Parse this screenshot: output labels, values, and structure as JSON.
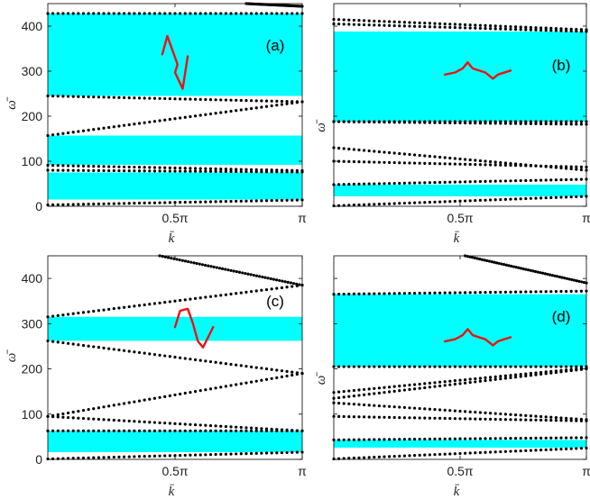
{
  "chart_data": [
    {
      "panel": "(a)",
      "type": "scatter",
      "xlabel": "k̄",
      "ylabel": "ω̄",
      "xlim": [
        0,
        1
      ],
      "ylim": [
        0,
        450
      ],
      "x_ticks": [
        {
          "value": 0.5,
          "label": "0.5π"
        },
        {
          "value": 1.0,
          "label": "π"
        }
      ],
      "y_ticks": [
        0,
        100,
        200,
        300,
        400
      ],
      "band_gaps": [
        [
          15,
          75
        ],
        [
          92,
          157
        ],
        [
          245,
          428
        ]
      ],
      "dispersion_branches": [
        [
          [
            0,
            3
          ],
          [
            1,
            14
          ]
        ],
        [
          [
            0,
            80
          ],
          [
            1,
            76
          ]
        ],
        [
          [
            0,
            91
          ],
          [
            1,
            79
          ]
        ],
        [
          [
            0,
            157
          ],
          [
            1,
            232
          ]
        ],
        [
          [
            0,
            245
          ],
          [
            1,
            232
          ]
        ],
        [
          [
            0,
            428
          ],
          [
            1,
            428
          ]
        ],
        [
          [
            0.78,
            450
          ],
          [
            1,
            444
          ]
        ]
      ],
      "mode_shape": "zigzag"
    },
    {
      "panel": "(b)",
      "type": "scatter",
      "xlabel": "k̄",
      "ylabel": "ω̄",
      "xlim": [
        0,
        1
      ],
      "ylim": [
        0,
        450
      ],
      "x_ticks": [
        {
          "value": 0.5,
          "label": "0.5π"
        },
        {
          "value": 1.0,
          "label": "π"
        }
      ],
      "y_ticks": [
        0,
        100,
        200,
        300,
        400
      ],
      "band_gaps": [
        [
          22,
          48
        ],
        [
          188,
          388
        ]
      ],
      "dispersion_branches": [
        [
          [
            0,
            1
          ],
          [
            1,
            22
          ]
        ],
        [
          [
            0,
            48
          ],
          [
            1,
            60
          ]
        ],
        [
          [
            0,
            100
          ],
          [
            1,
            87
          ]
        ],
        [
          [
            0,
            130
          ],
          [
            1,
            80
          ]
        ],
        [
          [
            0,
            188
          ],
          [
            1,
            182
          ]
        ],
        [
          [
            0,
            188
          ],
          [
            1,
            188
          ]
        ],
        [
          [
            0,
            405
          ],
          [
            1,
            388
          ]
        ],
        [
          [
            0,
            415
          ],
          [
            1,
            392
          ]
        ]
      ],
      "mode_shape": "brace"
    },
    {
      "panel": "(c)",
      "type": "scatter",
      "xlabel": "k̄",
      "ylabel": "ω̄",
      "xlim": [
        0,
        1
      ],
      "ylim": [
        0,
        450
      ],
      "x_ticks": [
        {
          "value": 0.5,
          "label": "0.5π"
        },
        {
          "value": 1.0,
          "label": "π"
        }
      ],
      "y_ticks": [
        0,
        100,
        200,
        300,
        400
      ],
      "band_gaps": [
        [
          16,
          63
        ],
        [
          262,
          315
        ]
      ],
      "dispersion_branches": [
        [
          [
            0,
            1
          ],
          [
            1,
            16
          ]
        ],
        [
          [
            0,
            63
          ],
          [
            1,
            63
          ]
        ],
        [
          [
            0,
            95
          ],
          [
            1,
            63
          ]
        ],
        [
          [
            0,
            95
          ],
          [
            1,
            190
          ]
        ],
        [
          [
            0,
            262
          ],
          [
            1,
            190
          ]
        ],
        [
          [
            0,
            315
          ],
          [
            1,
            385
          ]
        ],
        [
          [
            0.44,
            450
          ],
          [
            1,
            385
          ]
        ]
      ],
      "mode_shape": "s-curve"
    },
    {
      "panel": "(d)",
      "type": "scatter",
      "xlabel": "k̄",
      "ylabel": "ω̄",
      "xlim": [
        0,
        1
      ],
      "ylim": [
        0,
        450
      ],
      "x_ticks": [
        {
          "value": 0.5,
          "label": "0.5π"
        },
        {
          "value": 1.0,
          "label": "π"
        }
      ],
      "y_ticks": [
        0,
        100,
        200,
        300,
        400
      ],
      "band_gaps": [
        [
          26,
          43
        ],
        [
          205,
          365
        ]
      ],
      "dispersion_branches": [
        [
          [
            0,
            1
          ],
          [
            1,
            25
          ]
        ],
        [
          [
            0,
            43
          ],
          [
            1,
            48
          ]
        ],
        [
          [
            0,
            95
          ],
          [
            1,
            85
          ]
        ],
        [
          [
            0,
            125
          ],
          [
            1,
            88
          ]
        ],
        [
          [
            0,
            135
          ],
          [
            1,
            200
          ]
        ],
        [
          [
            0,
            148
          ],
          [
            1,
            202
          ]
        ],
        [
          [
            0,
            205
          ],
          [
            1,
            205
          ]
        ],
        [
          [
            0,
            365
          ],
          [
            1,
            372
          ]
        ],
        [
          [
            0.52,
            450
          ],
          [
            1,
            390
          ]
        ]
      ],
      "mode_shape": "brace"
    }
  ],
  "colors": {
    "gap": "#00ffff",
    "mode": "#ee1111",
    "dots": "#000000"
  }
}
